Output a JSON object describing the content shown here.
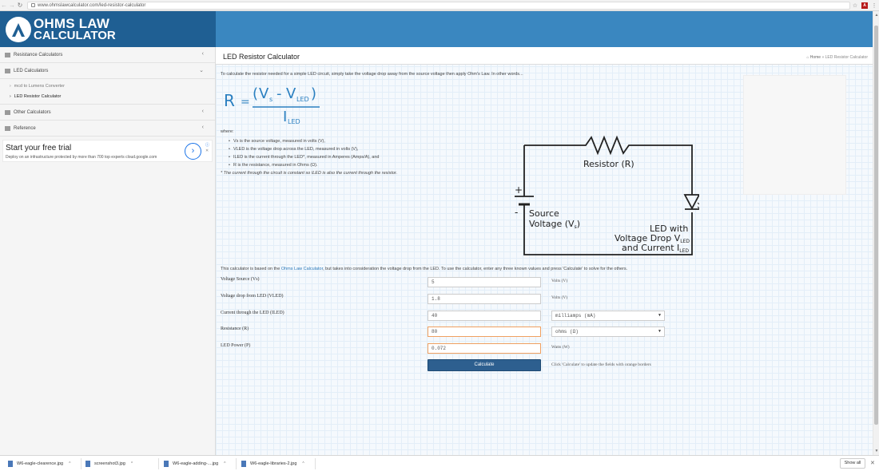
{
  "browser": {
    "url": "www.ohmslawcalculator.com/led-resistor-calculator",
    "icons": [
      "back-icon",
      "forward-icon",
      "reload-icon",
      "lock-icon",
      "star-icon",
      "pdf-extension-icon",
      "menu-icon"
    ],
    "pdf_badge": "A"
  },
  "logo": {
    "line1": "OHMS LAW",
    "line2": "CALCULATOR"
  },
  "sidebar": {
    "items": [
      {
        "label": "Resistance Calculators",
        "chevron": "‹"
      },
      {
        "label": "LED Calculators",
        "chevron": "⌄"
      },
      {
        "label": "Other Calculators",
        "chevron": "‹"
      },
      {
        "label": "Reference",
        "chevron": "‹"
      }
    ],
    "sub_items": [
      {
        "label": "mcd to Lumens Converter",
        "active": false
      },
      {
        "label": "LED Resistor Calculator",
        "active": true
      }
    ],
    "ad": {
      "title": "Start your free trial",
      "text": "Deploy on an infrastructure protected by more than 700 top experts cloud.google.com",
      "arrow": "›",
      "info": "ⓘ",
      "close": "✕"
    }
  },
  "page": {
    "title": "LED Resistor Calculator",
    "breadcrumb": {
      "home": "Home",
      "sep": "»",
      "current": "LED Resistor Calculator"
    },
    "intro": "To calculate the resistor needed for a simple LED circuit, simply take the voltage drop away from the source voltage then apply Ohm's Law. In other words...",
    "formula": {
      "lhs": "R",
      "eq": "=",
      "vs": "V",
      "vs_sub": "s",
      "minus": "-",
      "vled": "V",
      "vled_sub": "LED",
      "den": "I",
      "den_sub": "LED"
    },
    "where": "where:",
    "definitions": [
      "Vs is the source voltage, measured in volts (V),",
      "VLED is the voltage drop across the LED, measured in volts (V),",
      "ILED is the current through the LED*, measured in Amperes (Amps/A), and",
      "R is the resistance, measured in Ohms (Ω)."
    ],
    "note": "* The current through the circuit is constant so ILED is also the current through the resistor.",
    "circuit": {
      "resistor": "Resistor (R)",
      "plus": "+",
      "minus": "-",
      "source1": "Source",
      "source2": "Voltage (V",
      "source_sub": "s",
      "source_close": ")",
      "led1": "LED with",
      "led2": "Voltage Drop V",
      "led2_sub": "LED",
      "led3": "and Current I",
      "led3_sub": "LED"
    },
    "calc_intro_a": "This calculator is based on the",
    "calc_intro_link": "Ohms Law Calculator",
    "calc_intro_b": ", but takes into consideration the voltage drop from the LED. To use the calculator, enter any three known values and press 'Calculate' to solve for the others."
  },
  "form": {
    "fields": [
      {
        "label": "Voltage Source (Vs)",
        "value": "5",
        "unit": "Volts (V)",
        "highlight": false
      },
      {
        "label": "Voltage drop from LED (VLED)",
        "value": "1.8",
        "unit": "Volts (V)",
        "highlight": false
      },
      {
        "label": "Current through the LED (ILED)",
        "value": "40",
        "unit": "milliamps (mA)",
        "highlight": false
      },
      {
        "label": "Resistance (R)",
        "value": "80",
        "unit": "ohms (Ω)",
        "highlight": true
      },
      {
        "label": "LED Power (P)",
        "value": "0.072",
        "unit": "Watts (W)",
        "highlight": true
      }
    ],
    "button": "Calculate",
    "hint": "Click 'Calculate' to update the fields with orange borders",
    "border_color": "#f0a060"
  },
  "downloads": {
    "items": [
      "W6-eagle-clearence.jpg",
      "screenshot3.jpg",
      "W6-eagle-adding-....jpg",
      "W6-eagle-libraries-2.jpg"
    ],
    "show_all": "Show all",
    "close": "✕"
  },
  "colors": {
    "banner": "#3a87c0",
    "logo_bg": "#1f5f93",
    "button": "#2d5f8f",
    "link": "#2a78b8"
  }
}
